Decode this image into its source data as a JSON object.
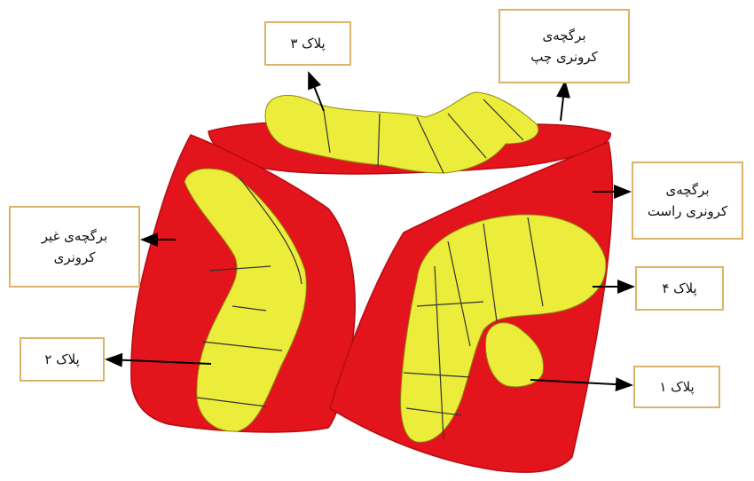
{
  "labels": {
    "plaque_3": "پلاک ۳",
    "left_coronary_leaflet": [
      "برگچه‌ی",
      "کرونری چپ"
    ],
    "right_coronary_leaflet": [
      "برگچه‌ی",
      "کرونری راست"
    ],
    "non_coronary_leaflet": [
      "برگچه‌ی غیر",
      "کرونری"
    ],
    "plaque_4": "پلاک ۴",
    "plaque_2": "پلاک ۲",
    "plaque_1": "پلاک ۱"
  },
  "colors": {
    "leaflet": "#e3141b",
    "leaflet_shade": "#b50c12",
    "plaque": "#ecec3a",
    "plaque_shade": "#c9c91e",
    "label_border": "#d9b469"
  }
}
